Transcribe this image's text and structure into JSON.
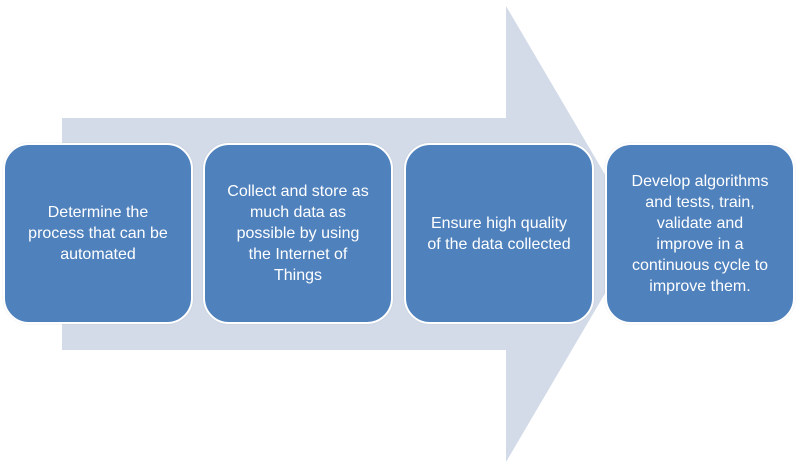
{
  "colors": {
    "arrow_fill": "#d3dbe9",
    "box_fill": "#4f81bd",
    "box_border": "#ffffff",
    "text": "#ffffff"
  },
  "steps": [
    {
      "text": "Determine the\nprocess that can be\nautomated"
    },
    {
      "text": "Collect and store as\nmuch data as\npossible by using\nthe Internet of\nThings"
    },
    {
      "text": "Ensure high quality\nof the data collected"
    },
    {
      "text": "Develop algorithms\nand tests, train,\nvalidate and\nimprove in a\ncontinuous cycle to\nimprove them."
    }
  ]
}
